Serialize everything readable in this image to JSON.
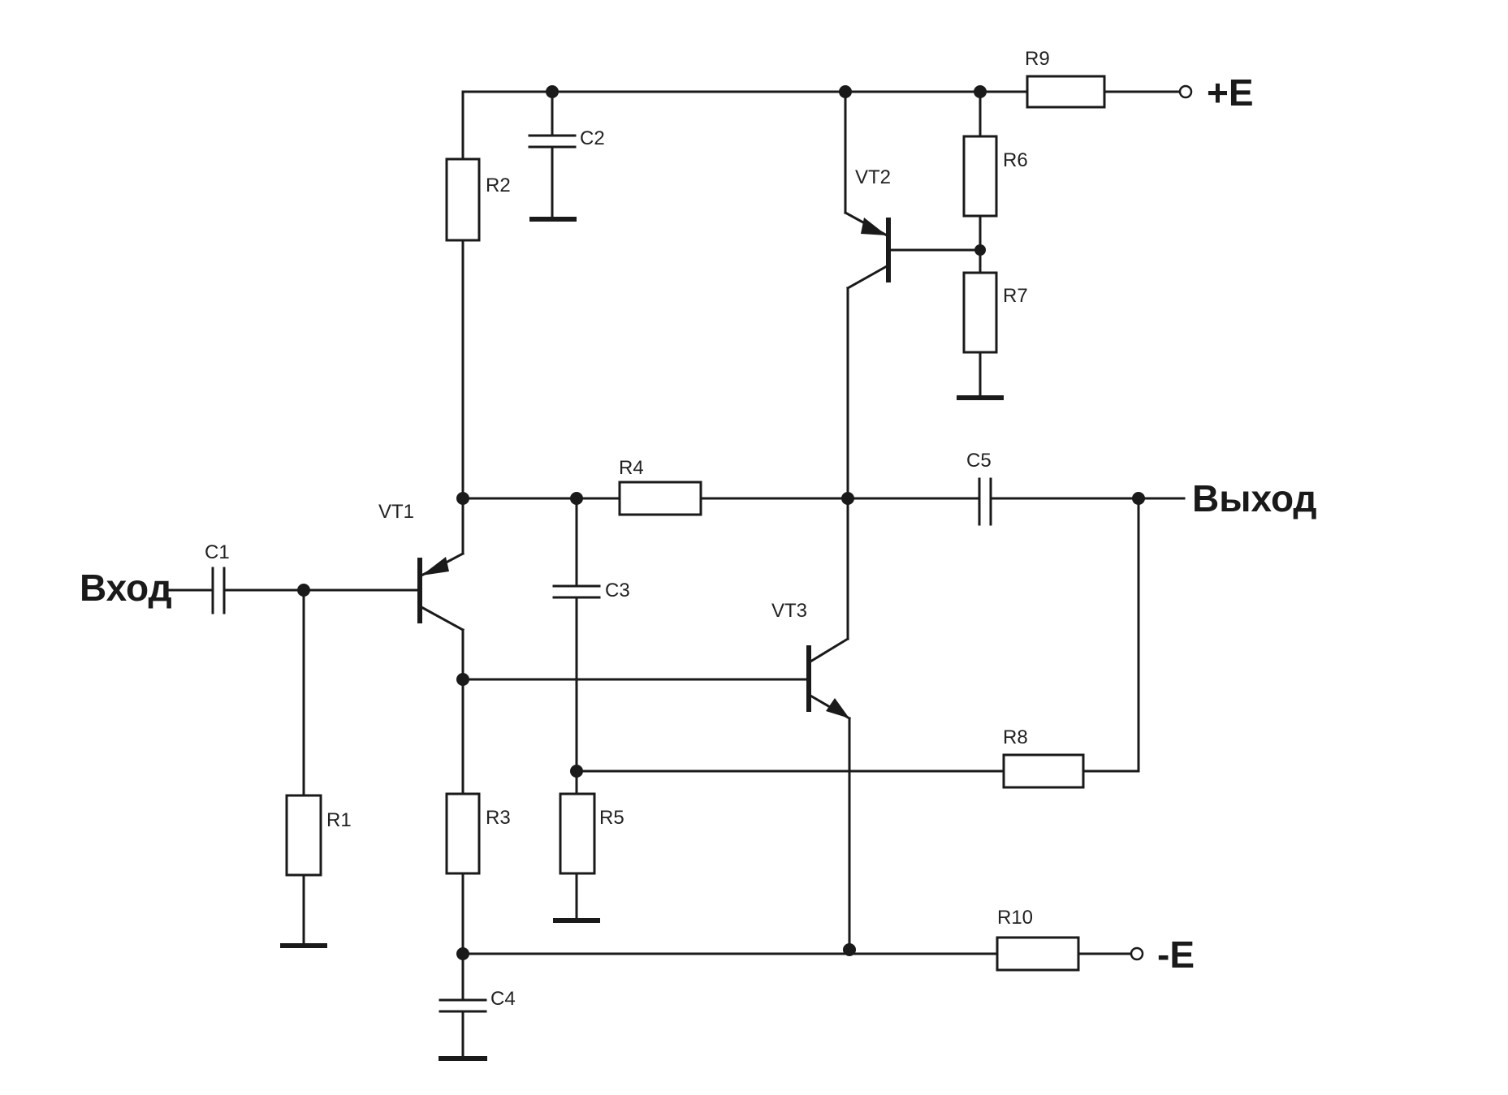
{
  "labels": {
    "input": "Вход",
    "output": "Выход",
    "plus_supply": "+E",
    "minus_supply": "-E"
  },
  "components": {
    "r1": "R1",
    "r2": "R2",
    "r3": "R3",
    "r4": "R4",
    "r5": "R5",
    "r6": "R6",
    "r7": "R7",
    "r8": "R8",
    "r9": "R9",
    "r10": "R10",
    "c1": "C1",
    "c2": "C2",
    "c3": "C3",
    "c4": "C4",
    "c5": "C5",
    "vt1": "VT1",
    "vt2": "VT2",
    "vt3": "VT3"
  },
  "colors": {
    "ink": "#1a1a1a",
    "paper": "#ffffff"
  }
}
